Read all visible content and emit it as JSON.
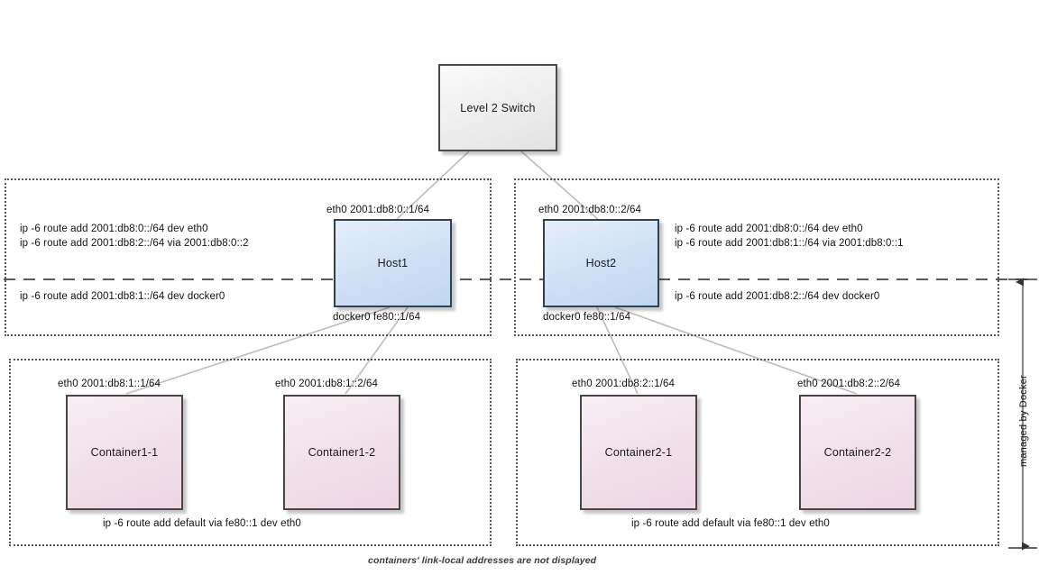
{
  "diagram": {
    "title_caption": "containers' link-local addresses are not displayed",
    "managed_label": "managed by Docker",
    "colors": {
      "switch_fill": "#ededed",
      "host_fill": "#cfe0f5",
      "container_fill": "#f0dfe9",
      "border": "#3a3a3a",
      "wire": "#b9b9b9",
      "group_border": "#555555",
      "dashed_divider": "#444444"
    }
  },
  "switch": {
    "label": "Level 2 Switch"
  },
  "hosts": [
    {
      "name": "Host1",
      "eth0_label": "eth0 2001:db8:0::1/64",
      "docker0_label": "docker0 fe80::1/64",
      "routes_above": [
        "ip -6 route add 2001:db8:0::/64 dev eth0",
        "ip -6 route add 2001:db8:2::/64 via  2001:db8:0::2"
      ],
      "routes_below": [
        "ip -6 route add 2001:db8:1::/64 dev docker0"
      ]
    },
    {
      "name": "Host2",
      "eth0_label": "eth0 2001:db8:0::2/64",
      "docker0_label": "docker0 fe80::1/64",
      "routes_above": [
        "ip -6 route add 2001:db8:0::/64 dev eth0",
        "ip -6 route add 2001:db8:1::/64 via 2001:db8:0::1"
      ],
      "routes_below": [
        "ip -6 route add 2001:db8:2::/64 dev docker0"
      ]
    }
  ],
  "container_groups": [
    {
      "route_note": "ip -6 route add default via fe80::1 dev eth0",
      "containers": [
        {
          "name": "Container1-1",
          "eth0_label": "eth0 2001:db8:1::1/64"
        },
        {
          "name": "Container1-2",
          "eth0_label": "eth0 2001:db8:1::2/64"
        }
      ]
    },
    {
      "route_note": "ip -6 route add default via fe80::1 dev eth0",
      "containers": [
        {
          "name": "Container2-1",
          "eth0_label": "eth0 2001:db8:2::1/64"
        },
        {
          "name": "Container2-2",
          "eth0_label": "eth0 2001:db8:2::2/64"
        }
      ]
    }
  ]
}
